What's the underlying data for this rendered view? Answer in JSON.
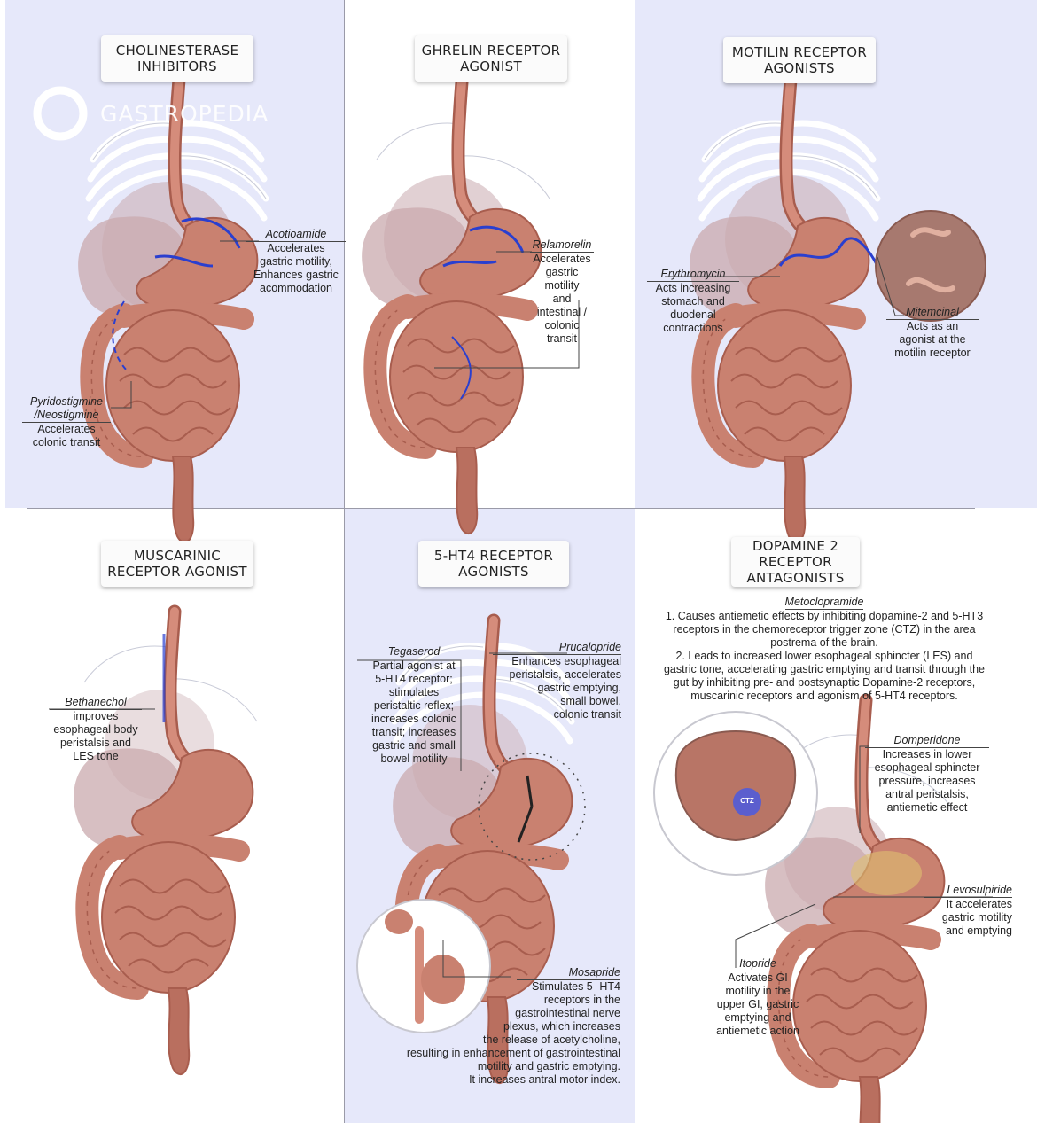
{
  "watermark": {
    "text": "GASTROPEDIA"
  },
  "colors": {
    "panel_lavender": "#e6e8fa",
    "gut": "#c98170",
    "gut_dark": "#a85d4e",
    "liver": "#c9a9ae",
    "arrow_blue": "#2a3fcf"
  },
  "panels": [
    {
      "title": [
        "CHOLINESTERASE",
        "INHIBITORS"
      ],
      "labels": [
        {
          "name": "Acotioamide",
          "desc": [
            "Accelerates",
            "gastric motility,",
            "Enhances gastric",
            "acommodation"
          ]
        },
        {
          "name": "Pyridostigmine /Neostigmine",
          "name_lines": [
            "Pyridostigmine",
            "/Neostigmine"
          ],
          "desc": [
            "Accelerates",
            "colonic transit"
          ]
        }
      ]
    },
    {
      "title": [
        "GHRELIN RECEPTOR",
        "AGONIST"
      ],
      "labels": [
        {
          "name": "Relamorelin",
          "desc": [
            "Accelerates",
            "gastric motility",
            "and intestinal /",
            "colonic transit"
          ]
        }
      ]
    },
    {
      "title": [
        "MOTILIN RECEPTOR",
        "AGONISTS"
      ],
      "labels": [
        {
          "name": "Erythromycin",
          "desc": [
            "Acts increasing",
            "stomach and",
            "duodenal",
            "contractions"
          ]
        },
        {
          "name": "Mitemcinal",
          "desc": [
            "Acts as an",
            "agonist at the",
            "motilin receptor"
          ]
        }
      ]
    },
    {
      "title": [
        "MUSCARINIC",
        "RECEPTOR AGONIST"
      ],
      "labels": [
        {
          "name": "Bethanechol",
          "desc": [
            "improves",
            "esophageal body",
            "peristalsis and",
            "LES tone"
          ]
        }
      ]
    },
    {
      "title": [
        "5-HT4 RECEPTOR",
        "AGONISTS"
      ],
      "labels": [
        {
          "name": "Tegaserod",
          "desc": [
            "Partial agonist at",
            "5-HT4 receptor;",
            "stimulates",
            "peristaltic reflex;",
            "increases colonic",
            "transit; increases",
            "gastric and small",
            "bowel motility"
          ]
        },
        {
          "name": "Prucalopride",
          "desc": [
            "Enhances esophageal",
            "peristalsis, accelerates",
            "gastric emptying,",
            "small bowel,",
            "colonic transit"
          ]
        },
        {
          "name": "Mosapride",
          "desc": [
            "Stimulates 5- HT4",
            "receptors in the",
            "gastrointestinal nerve",
            "plexus, which increases",
            "the release of acetylcholine,",
            "resulting in enhancement of gastrointestinal",
            "motility and gastric emptying.",
            "It increases antral motor index."
          ]
        }
      ]
    },
    {
      "title": [
        "DOPAMINE 2",
        "RECEPTOR",
        "ANTAGONISTS"
      ],
      "labels": [
        {
          "name": "Metoclopramide",
          "desc": [
            "1. Causes antiemetic effects by inhibiting dopamine-2 and 5-HT3",
            "receptors in the chemoreceptor trigger zone (CTZ) in the area",
            "postrema of the brain.",
            "2. Leads to increased lower esophageal sphincter (LES) and",
            "gastric tone, accelerating gastric emptying and transit through the",
            "gut by inhibiting pre- and postsynaptic Dopamine-2 receptors,",
            "muscarinic receptors and agonism of 5-HT4 receptors."
          ]
        },
        {
          "name": "Domperidone",
          "desc": [
            "Increases in lower",
            "esophageal sphincter",
            "pressure, increases",
            "antral peristalsis,",
            "antiemetic effect"
          ]
        },
        {
          "name": "Levosulpiride",
          "desc": [
            "It accelerates",
            "gastric motility",
            "and emptying"
          ]
        },
        {
          "name": "Itopride",
          "desc": [
            "Activates GI",
            "motility in the",
            "upper GI, gastric",
            "emptying and",
            "antiemetic action"
          ]
        }
      ],
      "ctz": "CTZ"
    }
  ]
}
